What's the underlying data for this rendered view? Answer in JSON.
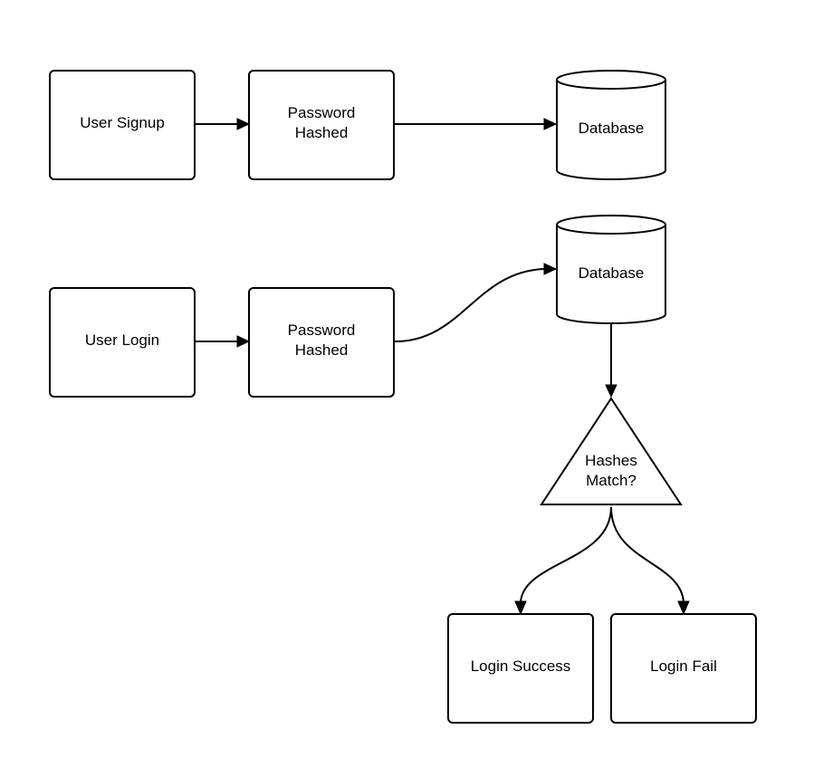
{
  "nodes": {
    "signup": {
      "label": "User Signup"
    },
    "signup_hash": {
      "line1": "Password",
      "line2": "Hashed"
    },
    "signup_db": {
      "label": "Database"
    },
    "login": {
      "label": "User Login"
    },
    "login_hash": {
      "line1": "Password",
      "line2": "Hashed"
    },
    "login_db": {
      "label": "Database"
    },
    "match": {
      "line1": "Hashes",
      "line2": "Match?"
    },
    "success": {
      "label": "Login Success"
    },
    "fail": {
      "label": "Login Fail"
    }
  },
  "style": {
    "stroke_color": "#000000",
    "fill_color": "#ffffff"
  }
}
